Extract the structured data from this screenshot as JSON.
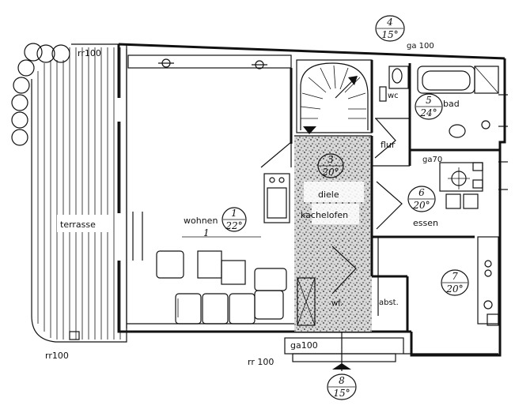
{
  "labels": {
    "rr100_top": "rr100",
    "ga100_top": "ga 100",
    "terrasse": "terrasse",
    "rr100_bottom_left": "rr100",
    "wohnen": "wohnen",
    "wohnen_sub": "1",
    "diele": "diele",
    "kachelofen": "kachelofen",
    "flur": "flur",
    "wc": "wc",
    "bad": "bad",
    "ga70": "ga70",
    "essen": "essen",
    "wf": "wf.",
    "abst": "abst.",
    "ga100_bottom": "ga100",
    "rr100_bottom": "rr 100"
  },
  "rooms": [
    {
      "num": "1",
      "temp": "22°"
    },
    {
      "num": "3",
      "temp": "20°"
    },
    {
      "num": "4",
      "temp": "15°"
    },
    {
      "num": "5",
      "temp": "24°"
    },
    {
      "num": "6",
      "temp": "20°"
    },
    {
      "num": "7",
      "temp": "20°"
    },
    {
      "num": "8",
      "temp": "15°"
    }
  ],
  "colors": {
    "ink": "#111111",
    "paper": "#ffffff",
    "speckle": "#cfcfcf"
  }
}
